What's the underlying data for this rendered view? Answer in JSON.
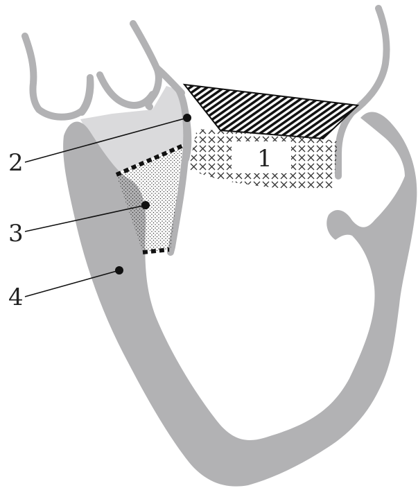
{
  "labels": {
    "region_1": "1",
    "region_2": "2",
    "region_3": "3",
    "region_4": "4"
  },
  "colors": {
    "myocardium": "#b2b2b4",
    "light_region": "#dadadc",
    "outline": "#111111",
    "text": "#222222"
  }
}
